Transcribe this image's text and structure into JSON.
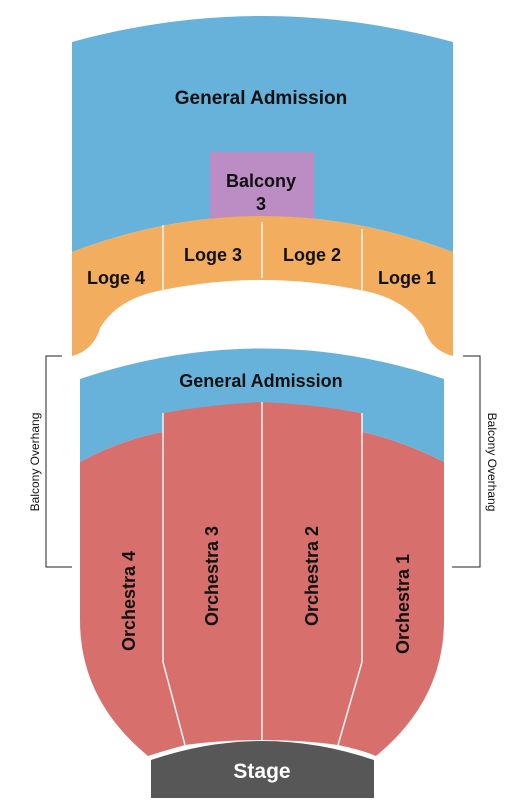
{
  "colors": {
    "general_admission": "#67b2da",
    "balcony": "#bb8dc4",
    "loge": "#f2ad5f",
    "orchestra": "#d7706d",
    "stage": "#575757",
    "divider": "#f4f4f4"
  },
  "sections": {
    "upper_ga": "General Admission",
    "balcony_line1": "Balcony",
    "balcony_line2": "3",
    "loge_4": "Loge 4",
    "loge_3": "Loge 3",
    "loge_2": "Loge 2",
    "loge_1": "Loge 1",
    "lower_ga": "General Admission",
    "orchestra_4": "Orchestra 4",
    "orchestra_3": "Orchestra 3",
    "orchestra_2": "Orchestra 2",
    "orchestra_1": "Orchestra 1",
    "stage": "Stage"
  },
  "overhang": {
    "left": "Balcony Overhang",
    "right": "Balcony Overhang"
  }
}
